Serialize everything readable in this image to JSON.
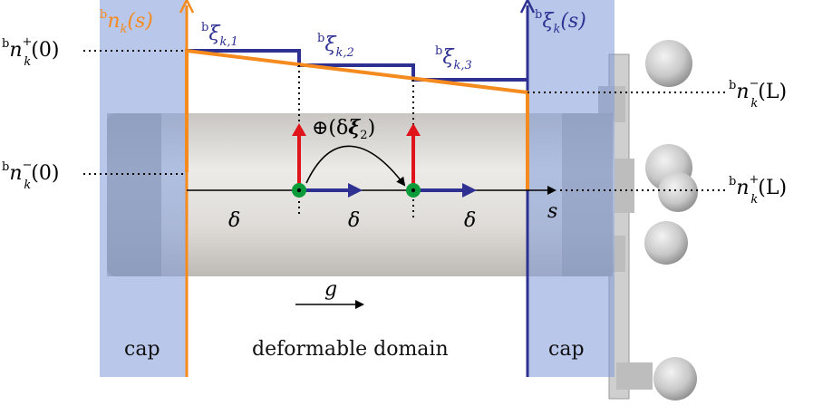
{
  "labels": {
    "n_plus_0": {
      "pre": "b",
      "main": "n",
      "sup": "+",
      "sub": "k",
      "arg": "(0)"
    },
    "n_minus_0": {
      "pre": "b",
      "main": "n",
      "sup": "−",
      "sub": "k",
      "arg": "(0)"
    },
    "n_minus_L": {
      "pre": "b",
      "main": "n",
      "sup": "−",
      "sub": "k",
      "arg": "(L)"
    },
    "n_plus_L": {
      "pre": "b",
      "main": "n",
      "sup": "+",
      "sub": "k",
      "arg": "(L)"
    },
    "n_k_s": {
      "pre": "b",
      "main": "n",
      "sub": "k",
      "arg": "(s)"
    },
    "xi_k_s": {
      "pre": "b",
      "main": "ξ",
      "sub": "k",
      "arg": "(s)"
    },
    "xi_k1": {
      "pre": "b",
      "main": "ξ",
      "sub": "k,1"
    },
    "xi_k2": {
      "pre": "b",
      "main": "ξ",
      "sub": "k,2"
    },
    "xi_k3": {
      "pre": "b",
      "main": "ξ",
      "sub": "k,3"
    },
    "delta_1": "δ",
    "delta_2": "δ",
    "delta_3": "δ",
    "s_axis": "s",
    "oplus_pre": "⊕(δ",
    "oplus_xi": "ξ",
    "oplus_sub": "2",
    "oplus_post": ")",
    "gravity": "g",
    "cap_left": "cap",
    "cap_right": "cap",
    "deformable": "deformable domain"
  },
  "colors": {
    "orange": "#f58a1f",
    "blue": "#2e3192",
    "cap_fill": "#7f9ad8",
    "red": "#e0151b",
    "green": "#0a9b3a",
    "cylinder": "#d9d6d2"
  }
}
